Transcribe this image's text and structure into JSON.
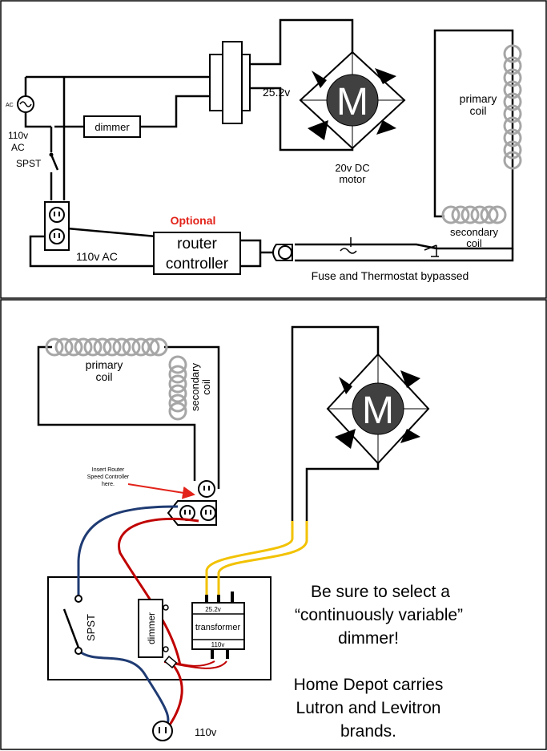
{
  "top_panel": {
    "ac_symbol": "AC",
    "source_label_1": "110v",
    "source_label_2": "AC",
    "switch_label": "SPST",
    "dimmer_label": "dimmer",
    "voltage_label": "25.2v",
    "motor_letter": "M",
    "motor_label_1": "20v  DC",
    "motor_label_2": "motor",
    "primary_coil_1": "primary",
    "primary_coil_2": "coil",
    "secondary_coil_1": "secondary",
    "secondary_coil_2": "coil",
    "optional_label": "Optional",
    "router_label_1": "router",
    "router_label_2": "controller",
    "ac_wire_label": "110v AC",
    "bypass_label": "Fuse and Thermostat bypassed"
  },
  "bottom_panel": {
    "primary_coil_1": "primary",
    "primary_coil_2": "coil",
    "secondary_coil_1": "secondary",
    "secondary_coil_2": "coil",
    "motor_letter": "M",
    "insert_note_1": "Insert Router",
    "insert_note_2": "Speed Controller",
    "insert_note_3": "here.",
    "switch_label": "SPST",
    "dimmer_label": "dimmer",
    "transformer_label": "transformer",
    "transformer_out": "25.2v",
    "transformer_in": "110v",
    "outlet_label": "110v",
    "note_1": "Be sure to select a",
    "note_2": "“continuously variable”",
    "note_3": "dimmer!",
    "note_4": "Home Depot carries",
    "note_5": "Lutron and Levitron",
    "note_6": "brands."
  },
  "colors": {
    "wire": "#000000",
    "coil": "#a6a6a6",
    "motor_fill": "#404040",
    "accent_red": "#e2231a",
    "wire_blue": "#1f3b73",
    "wire_red": "#c00000",
    "wire_yellow": "#f2c200"
  }
}
